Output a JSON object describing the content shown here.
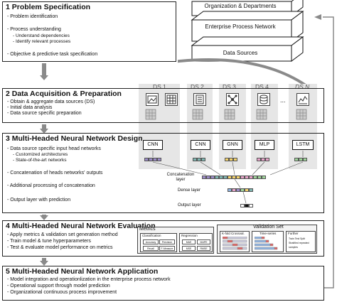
{
  "sections": [
    {
      "title": "1 Problem Specification",
      "items": [
        "- Problem identification",
        "- Process understanding",
        "- Objective & predictive task specification"
      ],
      "subitems": [
        "- Understand dependencies",
        "- Identify relevant processes"
      ]
    },
    {
      "title": "2 Data Acquisition & Preparation",
      "items": [
        "- Obtain & aggregate data sources (DS)",
        "- Initial data analysis",
        "- Data source specific preparation"
      ]
    },
    {
      "title": "3 Multi-Headed Neural Network Design",
      "items": [
        "- Data source specific input head networks",
        "- Concatenation of heads networks' outputs",
        "- Additional processing of concatenation",
        "- Output layer with prediction"
      ],
      "subitems": [
        "- Customized architectures",
        "- State-of-the-art networks"
      ]
    },
    {
      "title": "4 Multi-Headed Neural Network Evaluation",
      "items": [
        "- Apply metrics & validation set generation method",
        "- Train model & tune hyperparameters",
        "- Test & evaluate model performance on metrics"
      ]
    },
    {
      "title": "5 Multi-Headed Neural Network Application",
      "items": [
        "- Model integration and operationlization in the enterprise process network",
        "- Operational support through model prediction",
        "- Organizational continuous process improvement"
      ]
    }
  ],
  "stack": [
    "Organization & Departments",
    "Enterprise Process Network",
    "Data Sources"
  ],
  "data_sources": [
    "DS 1",
    "DS 2",
    "DS 3",
    "DS 4",
    "...",
    "DS N"
  ],
  "networks": [
    "CNN",
    "CNN",
    "GNN",
    "MLP",
    "LSTM"
  ],
  "layers": {
    "concat": "Concatenation layer",
    "dense": "Dense layer",
    "output": "Output layer"
  },
  "eval": {
    "metrics_title": "Metrics",
    "classification": "Classification",
    "class_cells": [
      "Accuracy",
      "Precision",
      "Recall",
      "F-Measure"
    ],
    "regression": "Regression",
    "reg_cells": [
      "MAE",
      "MAPE",
      "MSE",
      "RMSE"
    ],
    "validation_title": "Validation Set",
    "kfold": "K-fold Crossval.",
    "timeseries": "Time-series",
    "further": "Further",
    "further_items": [
      "Train Test Split",
      "Stratified repeated",
      "samples"
    ]
  },
  "colors": {
    "ds_bg": "#e6e6e6",
    "arrow": "#8a8a8a",
    "purple": "#9b8bc7",
    "teal": "#7fb5b0",
    "yellow": "#f2d16b",
    "pink": "#e6a3c8",
    "blue": "#8fb3e0",
    "green": "#9fd39a"
  }
}
